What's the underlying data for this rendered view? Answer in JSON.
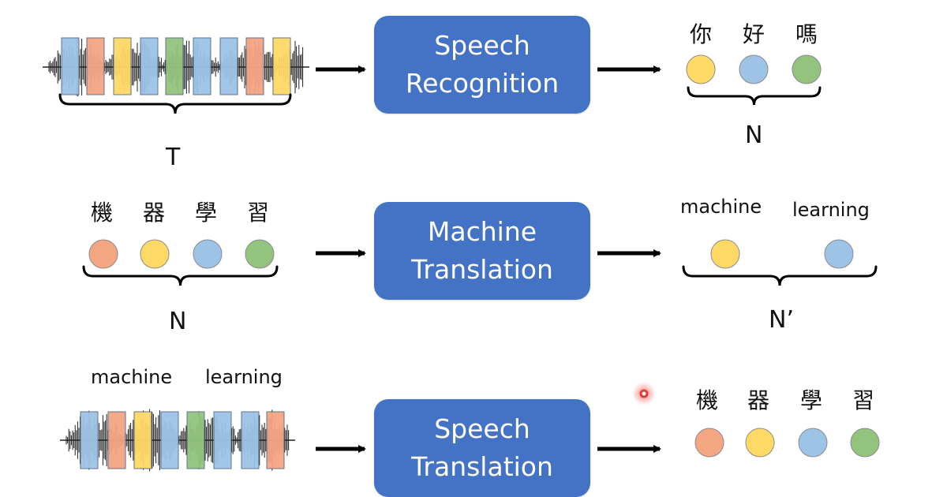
{
  "rows": [
    {
      "task_line1": "Speech",
      "task_line2": "Recognition",
      "input_label": "T",
      "output_tokens": [
        "你",
        "好",
        "嗎"
      ],
      "output_label": "N"
    },
    {
      "task_line1": "Machine",
      "task_line2": "Translation",
      "input_tokens": [
        "機",
        "器",
        "學",
        "習"
      ],
      "input_label": "N",
      "output_words": [
        "machine",
        "learning"
      ],
      "output_label": "N’"
    },
    {
      "task_line1": "Speech",
      "task_line2": "Translation",
      "input_words": [
        "machine",
        "learning"
      ],
      "output_tokens": [
        "機",
        "器",
        "學",
        "習"
      ]
    }
  ],
  "colors": {
    "task_box": "#4472c4",
    "blue": "#9dc3e6",
    "orange": "#f4a582",
    "yellow": "#ffd966",
    "green": "#93c47d",
    "pointer": "#e53935"
  }
}
